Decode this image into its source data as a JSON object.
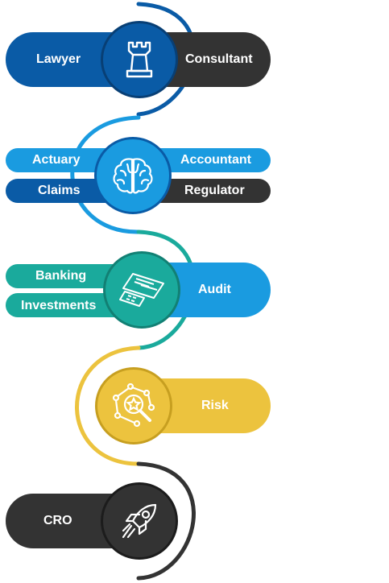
{
  "colors": {
    "navy": "#0a5ba6",
    "dark": "#333333",
    "blue": "#1a9be0",
    "teal": "#1aaa9c",
    "yellow": "#ecc33e",
    "white": "#ffffff"
  },
  "stages": [
    {
      "id": "stage-1",
      "icon": "chess-rook-icon",
      "labels": {
        "left": "Lawyer",
        "right": "Consultant"
      }
    },
    {
      "id": "stage-2",
      "icon": "brain-icon",
      "labels": {
        "top_left": "Actuary",
        "top_right": "Accountant",
        "bottom_left": "Claims",
        "bottom_right": "Regulator"
      }
    },
    {
      "id": "stage-3",
      "icon": "calculator-document-icon",
      "labels": {
        "top_left": "Banking",
        "bottom_left": "Investments",
        "right": "Audit"
      }
    },
    {
      "id": "stage-4",
      "icon": "risk-network-magnifier-icon",
      "labels": {
        "right": "Risk"
      }
    },
    {
      "id": "stage-5",
      "icon": "rocket-icon",
      "labels": {
        "left": "CRO"
      }
    }
  ]
}
